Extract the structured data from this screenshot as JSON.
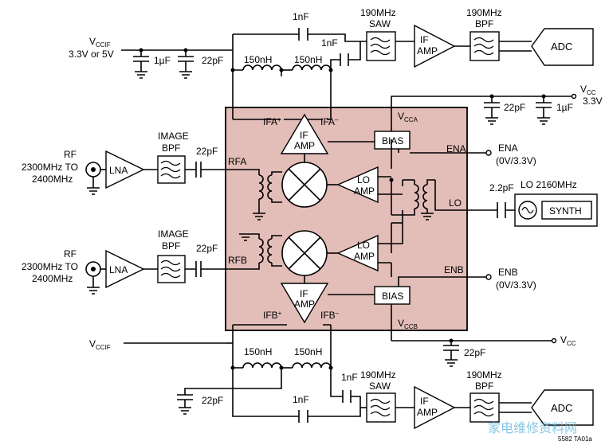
{
  "supply": {
    "vccif_top": [
      "V",
      "CCIF"
    ],
    "vccif_top_sub": "3.3V or 5V",
    "vcc_right_top": [
      "V",
      "CC"
    ],
    "vcc_right_top_sub": "3.3V",
    "vccif_bottom": [
      "V",
      "CCIF"
    ],
    "vcc_right_bottom": [
      "V",
      "CC"
    ]
  },
  "components": {
    "c_1nf": "1nF",
    "c_1uf": "1µF",
    "c_22pf": "22pF",
    "c_2p2pf": "2.2pF",
    "l_150nh": "150nH"
  },
  "blocks": {
    "saw": [
      "190MHz",
      "SAW"
    ],
    "bpf_if": [
      "190MHz",
      "BPF"
    ],
    "if_amp": [
      "IF",
      "AMP"
    ],
    "adc": "ADC",
    "lna": "LNA",
    "image_bpf": [
      "IMAGE",
      "BPF"
    ],
    "lo_amp": [
      "LO",
      "AMP"
    ],
    "bias": "BIAS",
    "synth": "SYNTH",
    "lo_title": "LO 2160MHz"
  },
  "rf_input": [
    "RF",
    "2300MHz TO",
    "2400MHz"
  ],
  "pins": {
    "ifa_p": [
      "IFA",
      "+"
    ],
    "ifa_m": [
      "IFA",
      "–"
    ],
    "ifb_p": [
      "IFB",
      "+"
    ],
    "ifb_m": [
      "IFB",
      "–"
    ],
    "vcca": [
      "V",
      "CCA"
    ],
    "vccb": [
      "V",
      "CCB"
    ],
    "rfa": "RFA",
    "rfb": "RFB",
    "ena": "ENA",
    "enb": "ENB",
    "lo": "LO"
  },
  "enable": {
    "ena": [
      "ENA",
      "(0V/3.3V)"
    ],
    "enb": [
      "ENB",
      "(0V/3.3V)"
    ]
  },
  "figure_id": "5582 TA01a",
  "watermark": "家电维修资料网"
}
